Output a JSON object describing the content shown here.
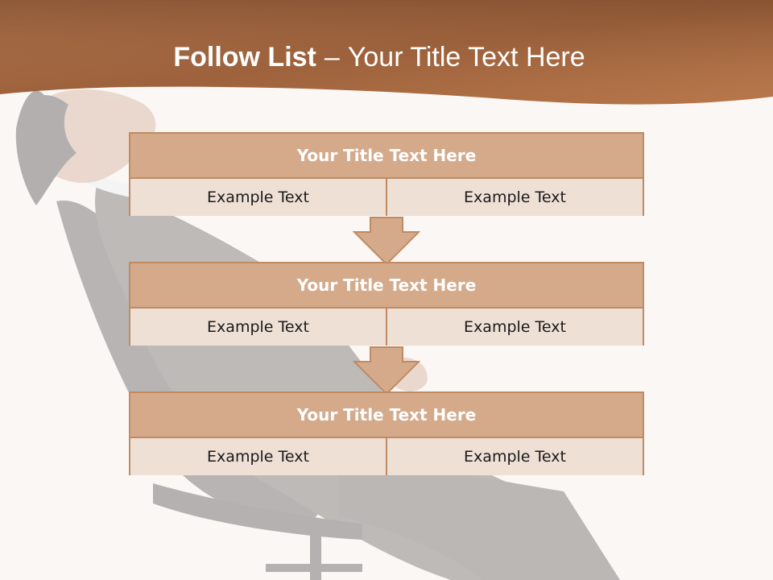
{
  "header": {
    "title_bold": "Follow List",
    "title_separator": "–",
    "title_rest": "Your Title Text Here"
  },
  "colors": {
    "banner": "#b7774a",
    "block_border": "#c08a62",
    "block_title_bg": "#d4aa8b",
    "block_cell_bg": "#efe0d6",
    "background": "#fbf7f5"
  },
  "blocks": [
    {
      "title": "Your Title Text Here",
      "cells": [
        "Example Text",
        "Example Text"
      ]
    },
    {
      "title": "Your Title Text Here",
      "cells": [
        "Example Text",
        "Example Text"
      ]
    },
    {
      "title": "Your Title Text Here",
      "cells": [
        "Example Text",
        "Example Text"
      ]
    }
  ],
  "background_image": "reclining-businessman-photo"
}
